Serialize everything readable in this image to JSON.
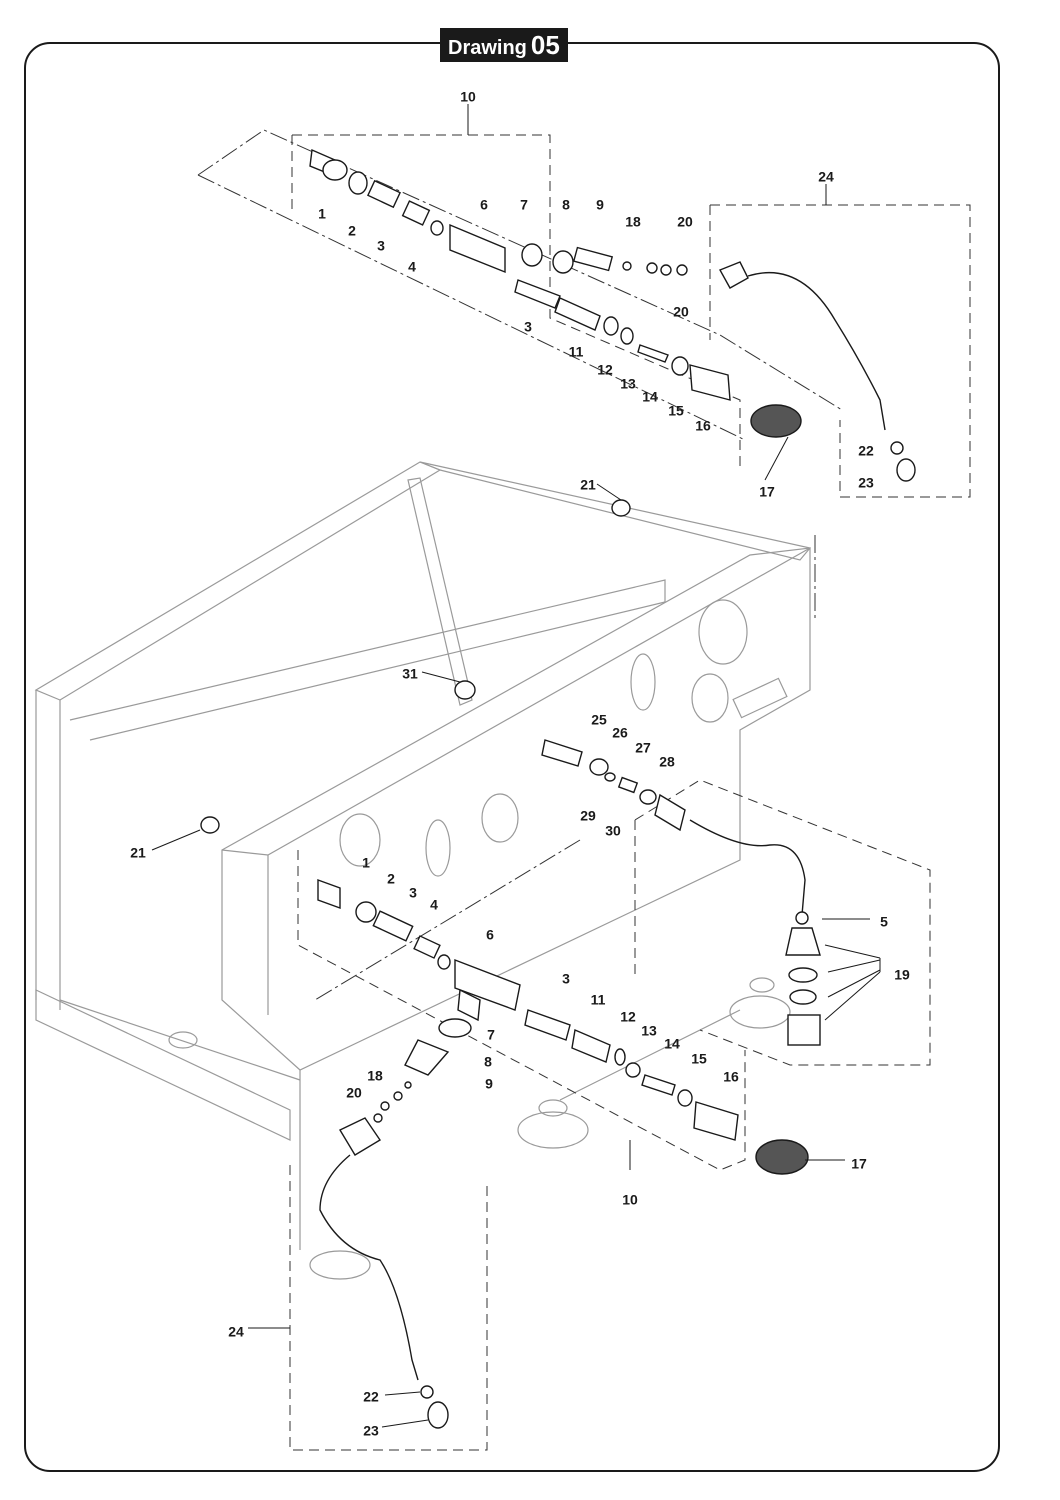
{
  "header": {
    "title_word": "Drawing",
    "title_number": "05"
  },
  "callouts": {
    "c1": "10",
    "c2": "1",
    "c3": "2",
    "c4": "3",
    "c5": "4",
    "c6": "6",
    "c7": "7",
    "c8": "8",
    "c9": "9",
    "c10": "18",
    "c11": "20",
    "c12": "20",
    "c13": "3",
    "c14": "11",
    "c15": "12",
    "c16": "13",
    "c17": "14",
    "c18": "15",
    "c19": "16",
    "c20": "17",
    "c21": "24",
    "c22": "22",
    "c23": "23",
    "c24": "21",
    "c25": "31",
    "c26": "25",
    "c27": "26",
    "c28": "27",
    "c29": "28",
    "c30": "29",
    "c31": "30",
    "c32": "21",
    "c33": "1",
    "c34": "2",
    "c35": "3",
    "c36": "4",
    "c37": "6",
    "c38": "5",
    "c39": "19",
    "c40": "3",
    "c41": "11",
    "c42": "12",
    "c43": "13",
    "c44": "14",
    "c45": "15",
    "c46": "16",
    "c47": "7",
    "c48": "8",
    "c49": "9",
    "c50": "18",
    "c51": "20",
    "c52": "17",
    "c53": "10",
    "c54": "24",
    "c55": "22",
    "c56": "23"
  }
}
